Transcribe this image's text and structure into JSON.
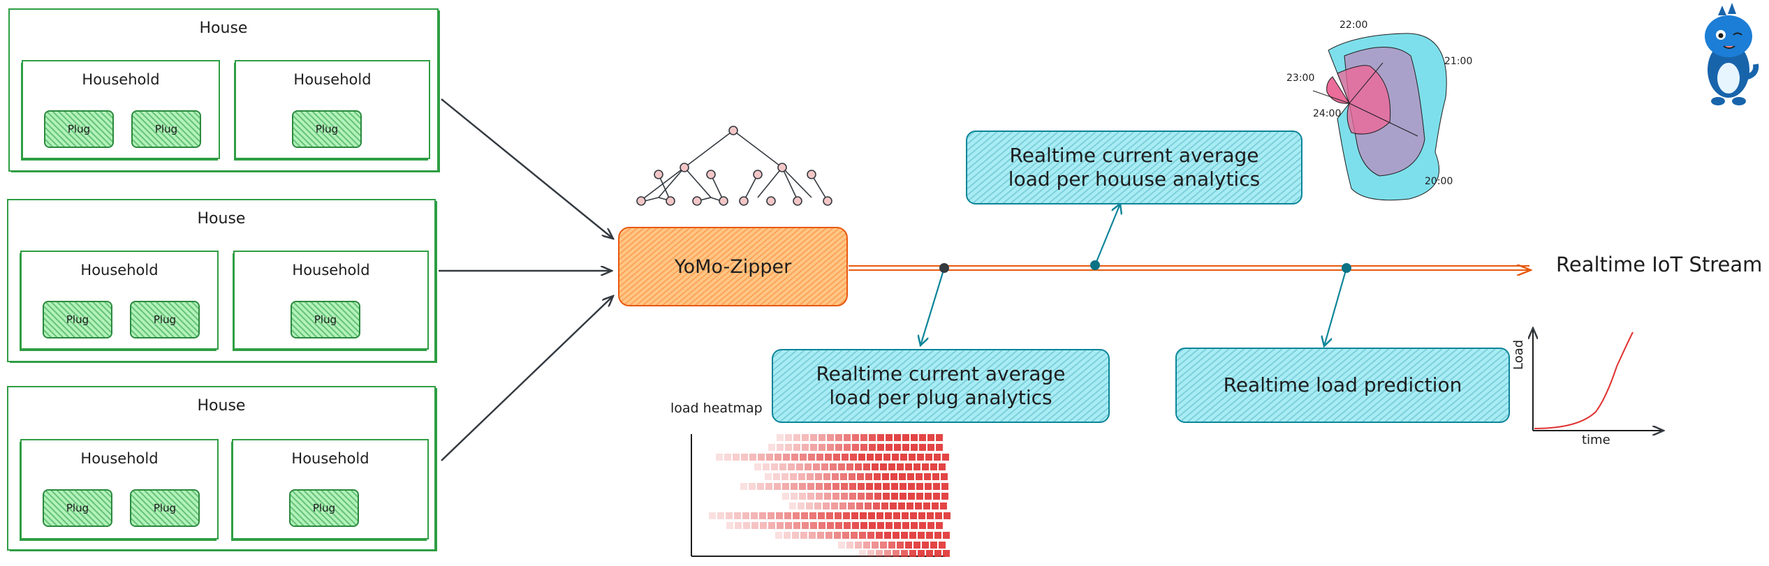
{
  "houses": [
    {
      "label": "House",
      "households": [
        {
          "label": "Household",
          "plugs": [
            "Plug",
            "Plug"
          ]
        },
        {
          "label": "Household",
          "plugs": [
            "Plug"
          ]
        }
      ]
    },
    {
      "label": "House",
      "households": [
        {
          "label": "Household",
          "plugs": [
            "Plug",
            "Plug"
          ]
        },
        {
          "label": "Household",
          "plugs": [
            "Plug"
          ]
        }
      ]
    },
    {
      "label": "House",
      "households": [
        {
          "label": "Household",
          "plugs": [
            "Plug",
            "Plug"
          ]
        },
        {
          "label": "Household",
          "plugs": [
            "Plug"
          ]
        }
      ]
    }
  ],
  "zipper": {
    "label": "YoMo-Zipper"
  },
  "stream": {
    "label": "Realtime IoT Stream"
  },
  "analytics": {
    "house_line1": "Realtime current average",
    "house_line2": "load per houuse analytics",
    "plug_line1": "Realtime current average",
    "plug_line2": "load per plug analytics",
    "prediction": "Realtime load prediction"
  },
  "heatmap": {
    "label": "load heatmap"
  },
  "radial": {
    "labels": [
      "22:00",
      "21:00",
      "23:00",
      "24:00",
      "20:00"
    ]
  },
  "prediction_chart": {
    "ylabel": "Load",
    "xlabel": "time"
  },
  "colors": {
    "green": "#2f9e44",
    "cyan": "#0c8599",
    "orange": "#e8590c",
    "red": "#e03131"
  }
}
